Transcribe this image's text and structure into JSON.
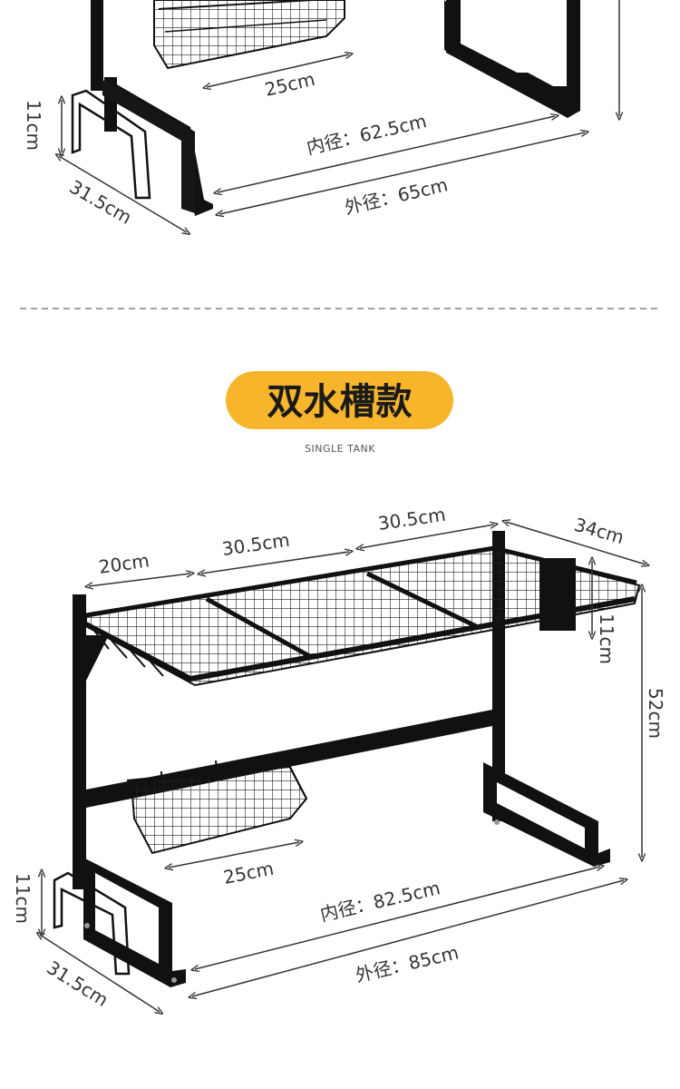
{
  "top_section": {
    "basket_width": "25cm",
    "side_height": "11cm",
    "depth": "31.5cm",
    "inner_width": "内径：62.5cm",
    "outer_width": "外径：65cm"
  },
  "badge": {
    "title": "双水槽款",
    "subtitle": "SINGLE TANK"
  },
  "bottom_section": {
    "shelf_left": "20cm",
    "shelf_mid": "30.5cm",
    "shelf_right": "30.5cm",
    "shelf_depth": "34cm",
    "hook_height": "11cm",
    "total_height": "52cm",
    "basket_width": "25cm",
    "side_height": "11cm",
    "depth": "31.5cm",
    "inner_width": "内径：82.5cm",
    "outer_width": "外径：85cm"
  },
  "colors": {
    "badge": "#F7B52C",
    "frame": "#111111",
    "dim_line": "#333333"
  }
}
